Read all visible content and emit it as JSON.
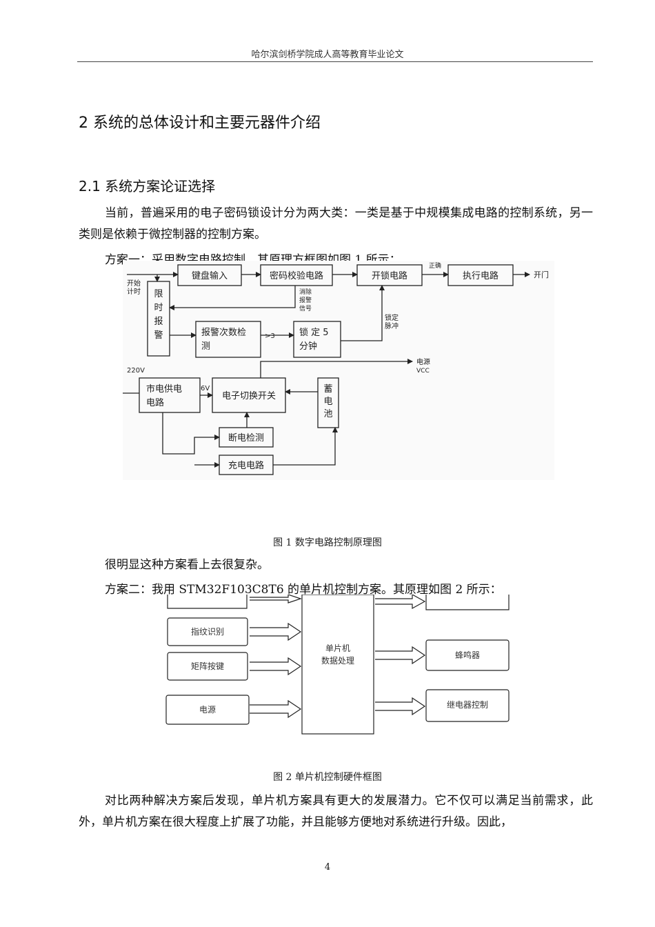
{
  "header": {
    "title": "哈尔滨剑桥学院成人高等教育毕业论文"
  },
  "section": {
    "title": "2  系统的总体设计和主要元器件介绍"
  },
  "subsection": {
    "title": "2.1  系统方案论证选择"
  },
  "paragraphs": {
    "intro": "当前，普遍采用的电子密码锁设计分为两大类：一类是基于中规模集成电路的控制系统，另一类则是依赖于微控制器的控制方案。",
    "scheme1": "方案一：采用数字电路控制。其原理方框图如图  1 所示：",
    "comment": "很明显这种方案看上去很复杂。",
    "scheme2": "方案二：我用  STM32F103C8T6 的单片机控制方案。其原理如图  2 所示：",
    "conclusion": "对比两种解决方案后发现，单片机方案具有更大的发展潜力。它不仅可以满足当前需求，此外，单片机方案在很大程度上扩展了功能，并且能够方便地对系统进行升级。因此，"
  },
  "figure1": {
    "caption": "图   1  数字电路控制原理图",
    "labels": {
      "start_timer": [
        "开始",
        "计时"
      ],
      "keyboard": "键盘输入",
      "verify": "密码校验电路",
      "unlock": "开锁电路",
      "exec": "执行电路",
      "open_door": "开门",
      "normal": "正确",
      "timer_alarm": [
        "限",
        "时",
        "报",
        "警"
      ],
      "clear_signal": [
        "消除",
        "报警",
        "信号"
      ],
      "alarm_count": [
        "报警次数检",
        "测"
      ],
      "gt3": ">3",
      "lock5": [
        "锁 定 5",
        "分钟"
      ],
      "lock_pulse": [
        "锁定",
        "脉冲"
      ],
      "v220": "220V",
      "mains": [
        "市电供电",
        "电路"
      ],
      "v6": "6V",
      "switch": "电子切换开关",
      "power_vcc": [
        "电源",
        "VCC"
      ],
      "battery": [
        "蓄",
        "电",
        "池"
      ],
      "power_detect": "断电检测",
      "charge": "充电电路"
    }
  },
  "figure2": {
    "caption": "图  2  单片机控制硬件框图",
    "labels": {
      "fingerprint": "指纹识别",
      "keypad": "矩阵按键",
      "power": "电源",
      "mcu": [
        "单片机",
        "数据处理"
      ],
      "buzzer": "蜂鸣器",
      "relay": "继电器控制"
    }
  },
  "page_number": "4"
}
